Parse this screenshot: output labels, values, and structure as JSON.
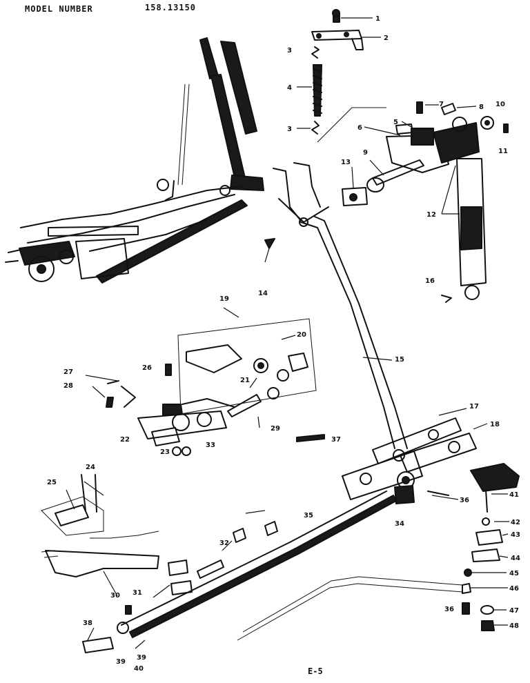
{
  "header": {
    "model_label": "MODEL NUMBER",
    "model_number": "158.13150"
  },
  "footer": {
    "page_code": "E-5"
  },
  "callouts": [
    {
      "id": "c1",
      "text": "1"
    },
    {
      "id": "c2",
      "text": "2"
    },
    {
      "id": "c3a",
      "text": "3"
    },
    {
      "id": "c4",
      "text": "4"
    },
    {
      "id": "c3b",
      "text": "3"
    },
    {
      "id": "c5",
      "text": "5"
    },
    {
      "id": "c6",
      "text": "6"
    },
    {
      "id": "c7",
      "text": "7"
    },
    {
      "id": "c8",
      "text": "8"
    },
    {
      "id": "c9",
      "text": "9"
    },
    {
      "id": "c10",
      "text": "10"
    },
    {
      "id": "c11",
      "text": "11"
    },
    {
      "id": "c12",
      "text": "12"
    },
    {
      "id": "c13",
      "text": "13"
    },
    {
      "id": "c14",
      "text": "14"
    },
    {
      "id": "c15",
      "text": "15"
    },
    {
      "id": "c16",
      "text": "16"
    },
    {
      "id": "c17",
      "text": "17"
    },
    {
      "id": "c18",
      "text": "18"
    },
    {
      "id": "c19",
      "text": "19"
    },
    {
      "id": "c20",
      "text": "20"
    },
    {
      "id": "c21",
      "text": "21"
    },
    {
      "id": "c22",
      "text": "22"
    },
    {
      "id": "c23",
      "text": "23"
    },
    {
      "id": "c24",
      "text": "24"
    },
    {
      "id": "c25",
      "text": "25"
    },
    {
      "id": "c26",
      "text": "26"
    },
    {
      "id": "c27",
      "text": "27"
    },
    {
      "id": "c28",
      "text": "28"
    },
    {
      "id": "c29",
      "text": "29"
    },
    {
      "id": "c30",
      "text": "30"
    },
    {
      "id": "c31",
      "text": "31"
    },
    {
      "id": "c32",
      "text": "32"
    },
    {
      "id": "c33",
      "text": "33"
    },
    {
      "id": "c34",
      "text": "34"
    },
    {
      "id": "c35",
      "text": "35"
    },
    {
      "id": "c36a",
      "text": "36"
    },
    {
      "id": "c36b",
      "text": "36"
    },
    {
      "id": "c37",
      "text": "37"
    },
    {
      "id": "c38",
      "text": "38"
    },
    {
      "id": "c39a",
      "text": "39"
    },
    {
      "id": "c39b",
      "text": "39"
    },
    {
      "id": "c40",
      "text": "40"
    },
    {
      "id": "c41",
      "text": "41"
    },
    {
      "id": "c42",
      "text": "42"
    },
    {
      "id": "c43",
      "text": "43"
    },
    {
      "id": "c44",
      "text": "44"
    },
    {
      "id": "c45",
      "text": "45"
    },
    {
      "id": "c46",
      "text": "46"
    },
    {
      "id": "c47",
      "text": "47"
    },
    {
      "id": "c48",
      "text": "48"
    }
  ]
}
